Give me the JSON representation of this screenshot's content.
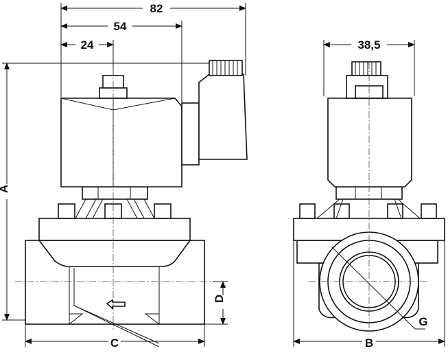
{
  "title": "Solenoid valve dimensional drawing",
  "dimensions": {
    "overall_width": "82",
    "coil_width": "54",
    "coil_half": "24",
    "side_coil_width": "38,5",
    "height": "A",
    "side_width": "B",
    "length": "C",
    "port_center": "D",
    "thread": "G"
  },
  "colors": {
    "line": "#111111",
    "background": "#ffffff"
  }
}
